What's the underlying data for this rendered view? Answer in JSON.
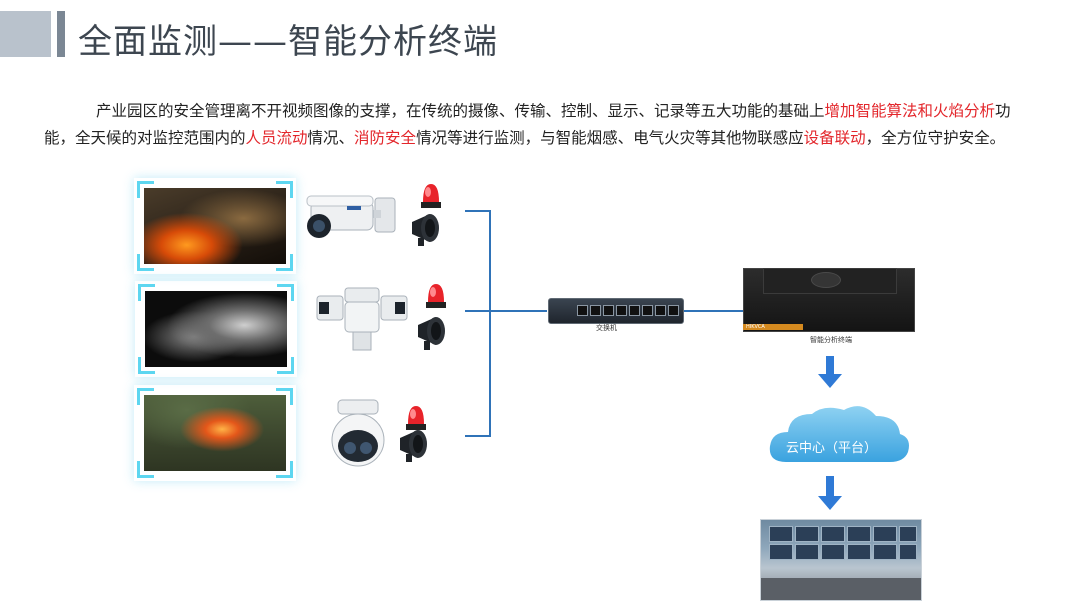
{
  "header": {
    "title": "全面监测——智能分析终端"
  },
  "intro": {
    "segments": [
      {
        "text": "产业园区的安全管理离不开视频图像的支撑，在传统的摄像、传输、控制、显示、记录等五大功能的基础上",
        "highlight": false
      },
      {
        "text": "增加智能算法和火焰分析",
        "highlight": true
      },
      {
        "text": "功能，全天候的对监控范围内的",
        "highlight": false
      },
      {
        "text": "人员流动",
        "highlight": true
      },
      {
        "text": "情况、",
        "highlight": false
      },
      {
        "text": "消防安全",
        "highlight": true
      },
      {
        "text": "情况等进行监测，与智能烟感、电气火灾等其他物联感应",
        "highlight": false
      },
      {
        "text": "设备联动",
        "highlight": true
      },
      {
        "text": "，全方位守护安全。",
        "highlight": false
      }
    ]
  },
  "diagram": {
    "events": [
      "fire-scene",
      "smoke",
      "forest-fire"
    ],
    "switch_label": "交换机",
    "terminal_label": "智能分析终端",
    "terminal_brand": "HIKVCA",
    "cloud_label": "云中心（平台）"
  },
  "colors": {
    "highlight": "#e3262b",
    "connector": "#2f73b8",
    "arrow": "#2f7ad6",
    "frame_corner": "#5dd6f0"
  }
}
